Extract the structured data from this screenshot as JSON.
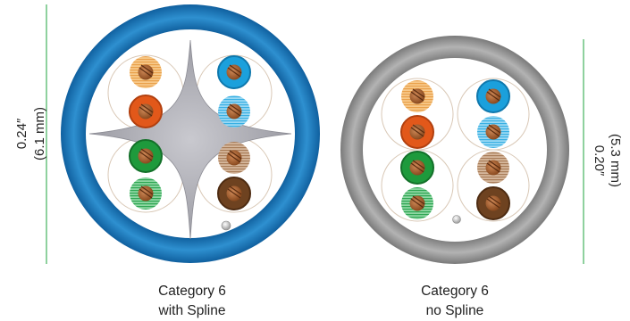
{
  "cables": [
    {
      "caption_line1": "Category 6",
      "caption_line2": "with Spline",
      "dimension_inches": "0.24″",
      "dimension_mm": "(6.1 mm)",
      "jacket_color": "#1f7fc4",
      "has_spline": true
    },
    {
      "caption_line1": "Category 6",
      "caption_line2": "no Spline",
      "dimension_inches": "0.20″",
      "dimension_mm": "(5.3 mm)",
      "jacket_color": "#9a9a9a",
      "has_spline": false
    }
  ],
  "conductor_colors": {
    "orange_white": "#f3b25a",
    "orange": "#e2581a",
    "blue": "#1ba0dc",
    "blue_white": "#6ec6ec",
    "green": "#1e9a3c",
    "green_white": "#4db86a",
    "brown_white": "#b88d6c",
    "brown": "#6e4220"
  },
  "dimension_line_color": "#8fd19e"
}
